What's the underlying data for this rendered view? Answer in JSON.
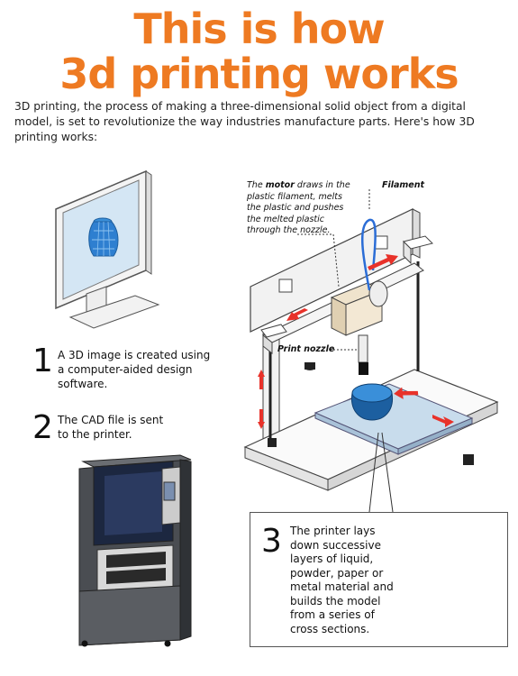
{
  "title_line1": "This is how",
  "title_line2": "3d printing works",
  "intro": "3D printing, the process of making a three-dimensional solid object from a digital model, is set to revolutionize the way industries manufacture parts. Here's how 3D printing works:",
  "steps": [
    {
      "number": "1",
      "text": "A 3D image is created using a computer-aided design software."
    },
    {
      "number": "2",
      "text": "The CAD file is sent to the printer."
    },
    {
      "number": "3",
      "text": "The printer lays down successive layers of liquid, powder, paper or metal material and builds the model from a series of cross sections."
    }
  ],
  "callouts": {
    "motor_bold": "motor",
    "motor_pre": "The ",
    "motor_post": " draws in the plastic filament, melts the plastic and pushes the melted plastic through the nozzle.",
    "filament": "Filament",
    "print_nozzle": "Print nozzle"
  },
  "colors": {
    "title": "#ee7a22",
    "arrow": "#e8322a",
    "model_blue": "#1f6fb8",
    "bed_blue": "#c8dcec"
  }
}
